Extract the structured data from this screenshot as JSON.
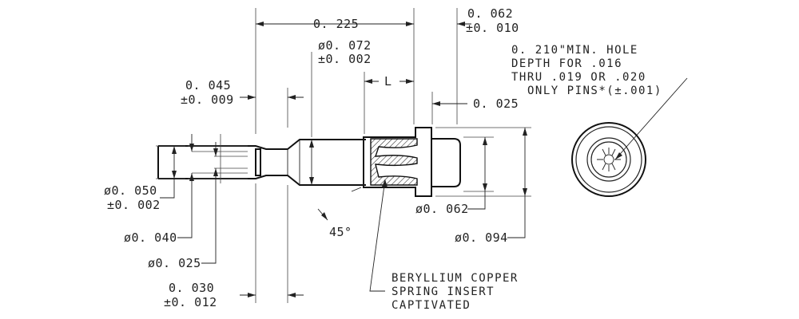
{
  "dimensions": {
    "overall_length": "0. 225",
    "flange_thickness_value": "0. 062",
    "flange_thickness_tol": "±0. 010",
    "shoulder_dia_value": "ø0. 072",
    "shoulder_dia_tol": "±0. 002",
    "length_symbol": "L",
    "tail_length_value": "0. 045",
    "tail_length_tol": "±0. 009",
    "cap_length": "0. 025",
    "tail_dia_value": "ø0. 050",
    "tail_dia_tol": "±0. 002",
    "mid_dia": "ø0. 040",
    "tip_dia": "ø0. 025",
    "tip_length_value": "0. 030",
    "tip_length_tol": "±0. 012",
    "chamfer_angle": "45°",
    "cup_dia": "ø0. 062",
    "flange_dia": "ø0. 094"
  },
  "notes": {
    "hole_line1": "0. 210\"MIN. HOLE",
    "hole_line2": "DEPTH FOR .016",
    "hole_line3": "THRU .019 OR .020",
    "hole_line4": "ONLY PINS*(±.001)",
    "insert_line1": "BERYLLIUM COPPER",
    "insert_line2": "SPRING INSERT",
    "insert_line3": "CAPTIVATED"
  }
}
